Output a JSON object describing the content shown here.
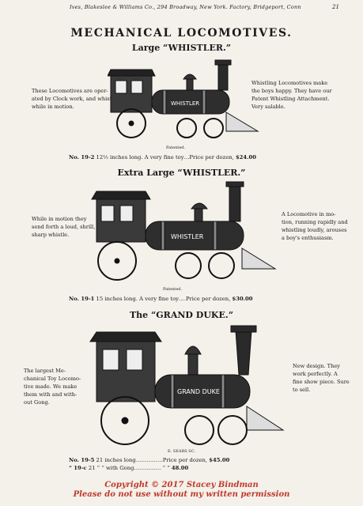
{
  "header": {
    "running_head": "Ives, Blakeslee & Williams Co., 294 Broadway, New York. Factory, Bridgeport, Conn",
    "page_number": "21"
  },
  "title": "MECHANICAL LOCOMOTIVES.",
  "products": [
    {
      "subtitle": "Large “WHISTLER.”",
      "left_text": [
        "These Locomotives are oper-",
        "ated by Clock work, and whistle",
        "while in motion."
      ],
      "right_text": [
        "Whistling Locomotives make",
        "the boys happy. They have our",
        "Patent Whistling Attachment.",
        "Very salable."
      ],
      "engine_label": "WHISTLER",
      "patent": "Patented.",
      "line": {
        "no": "No. 19-2",
        "desc": "12½ inches long.  A very fine toy…Price per dozen,",
        "price": "$24.00"
      }
    },
    {
      "subtitle": "Extra Large “WHISTLER.”",
      "left_text": [
        "While in motion they",
        "send forth a loud, shrill,",
        "sharp whistle."
      ],
      "right_text": [
        "A Locomotive in mo-",
        "tion, running rapidly and",
        "whistling loudly, arouses",
        "a boy's enthusiasm."
      ],
      "engine_label": "WHISTLER",
      "patent": "Patented.",
      "line": {
        "no": "No. 19-1",
        "desc": "15 inches long.  A very fine toy….Price per dozen,",
        "price": "$30.00"
      }
    },
    {
      "subtitle": "The “GRAND DUKE.”",
      "left_text": [
        "The largest Me-",
        "chanical Toy Locomo-",
        "tive made. We make",
        "them with and with-",
        "out Gong."
      ],
      "right_text": [
        "New design. They",
        "work perfectly. A",
        "fine show piece. Sure",
        "to sell."
      ],
      "engine_label": "GRAND DUKE",
      "engraver": "E. SEARS SC.",
      "lines": [
        {
          "no": "No. 19-5",
          "desc": "21 inches long……………Price per dozen,",
          "price": "$45.00"
        },
        {
          "no": "“ 19-c",
          "desc": "21  “  “ with Gong……………  “  “",
          "price": "48.00"
        }
      ]
    }
  ],
  "watermark": {
    "line1": "Copyright © 2017      Stacey Bindman",
    "line2": "Please do not use without my written permission"
  }
}
